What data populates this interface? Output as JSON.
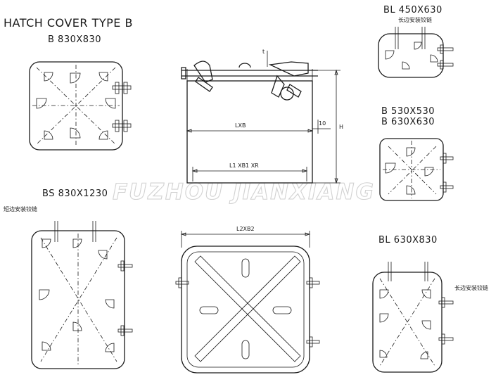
{
  "title": "HATCH COVER TYPE B",
  "watermark": "FUZHOU JIANXIANG",
  "sizes": {
    "b830": "B 830X830",
    "bs830": "BS 830X1230",
    "bl450": "BL 450X630",
    "b530": "B 530X530",
    "b630": "B 630X630",
    "bl630": "BL 630X830"
  },
  "dims": {
    "lxb": "LXB",
    "l1b1": "L1 XB1 XR",
    "l2b2": "L2XB2",
    "h": "H",
    "ten": "10",
    "t": "t"
  },
  "notes": {
    "long_side_top": "长边安装铰链",
    "short_side": "短边安装铰链",
    "long_side_right": "长边安装铰链"
  }
}
